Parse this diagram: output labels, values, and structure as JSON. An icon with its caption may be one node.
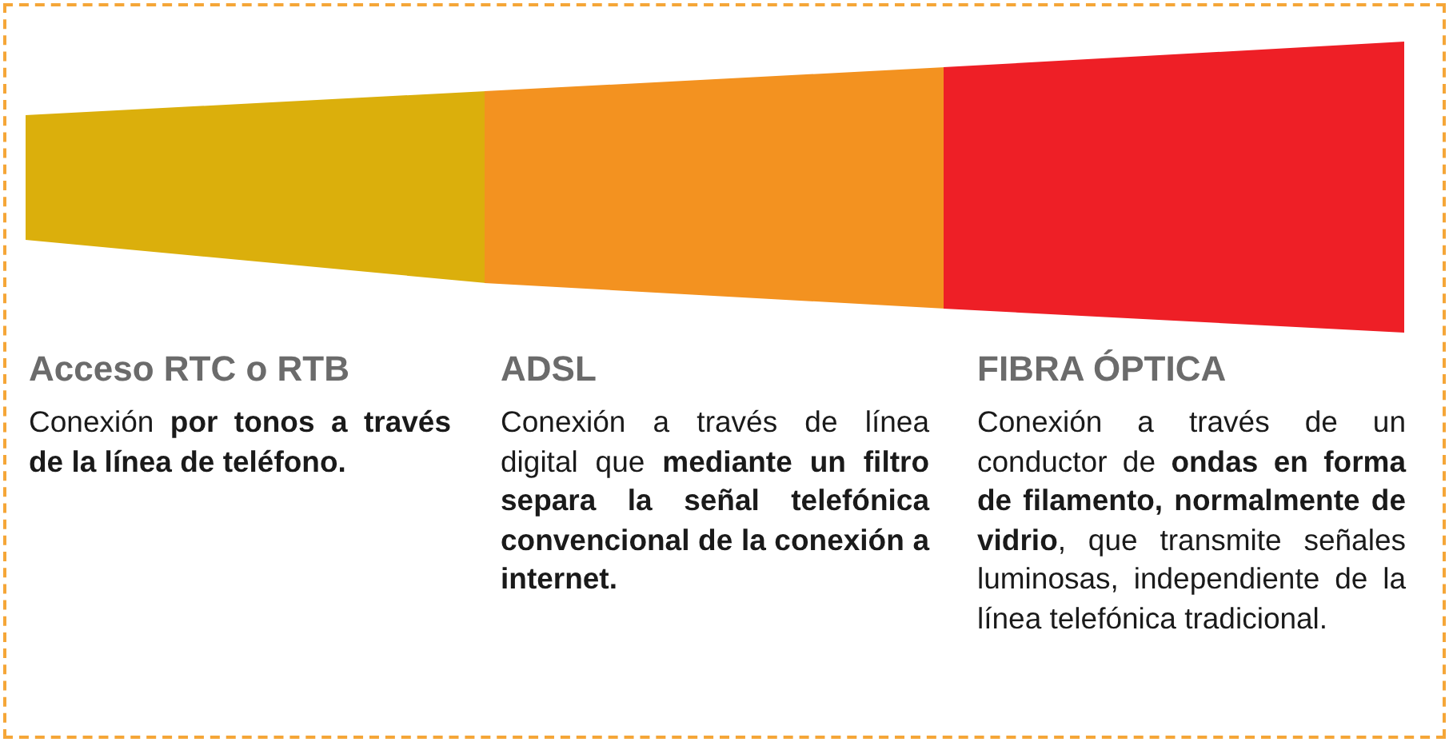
{
  "diagram": {
    "nodes": [
      {
        "text": [
          "Acceso RTC o RTB",
          "Conexión **por tonos a través de la línea de teléfono.**"
        ]
      },
      {
        "text": [
          "ADSL",
          "Conexión a través de línea digital que **mediante un filtro separa la señal telefónica convencional de la conexión a internet.**"
        ]
      },
      {
        "text": [
          "FIBRA ÓPTICA",
          "Conexión a través de un conductor de **ondas en forma de filamento, normalmente de vidrio**, que transmite señales luminosas, independiente de la línea telefónica tradicional."
        ]
      }
    ]
  }
}
